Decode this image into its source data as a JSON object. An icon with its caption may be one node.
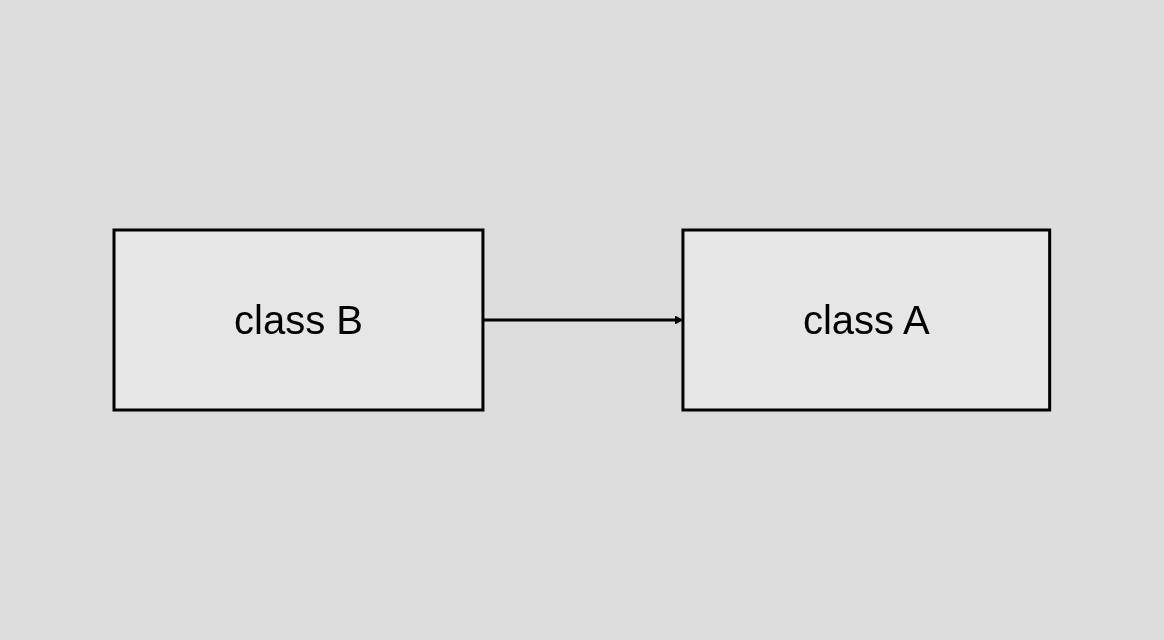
{
  "diagram": {
    "nodes": [
      {
        "text": [
          "class B"
        ]
      },
      {
        "text": [
          "class A"
        ]
      }
    ],
    "edges": [
      {
        "from": 0,
        "to": 1,
        "arrow": "to"
      }
    ]
  }
}
